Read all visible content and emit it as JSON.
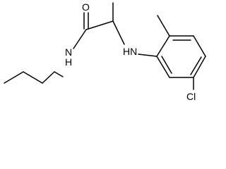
{
  "molecule": {
    "atom_labels": {
      "carbonyl_oxygen": "O",
      "amide_nitrogen": "N",
      "amide_hydrogen": "H",
      "amine_nh": "HN",
      "chlorine": "Cl"
    }
  }
}
